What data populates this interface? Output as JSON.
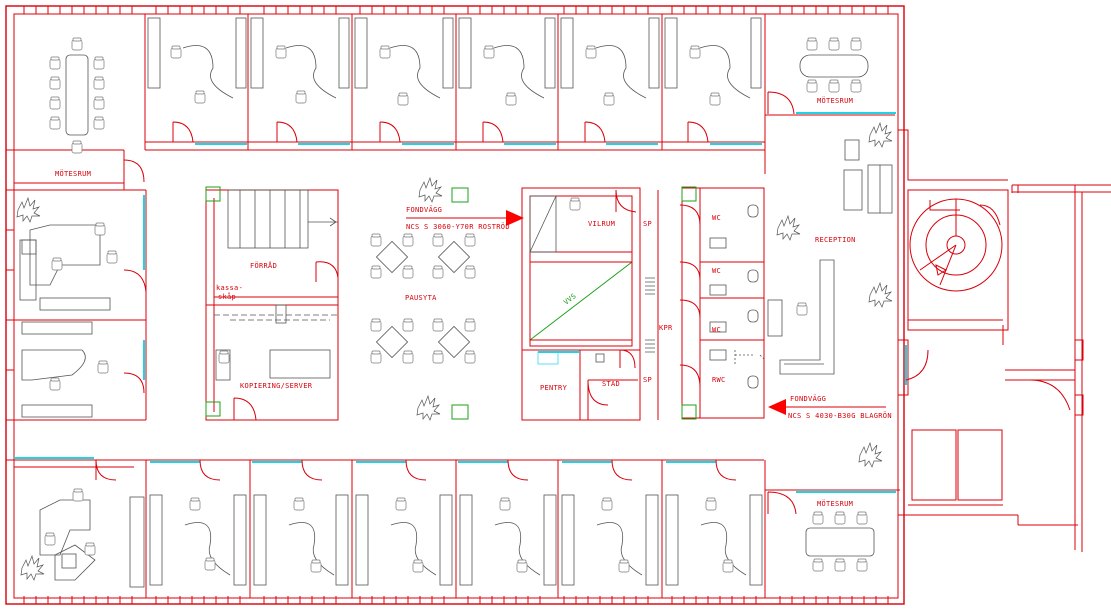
{
  "rooms": {
    "motesrum_nw": "MÖTESRUM",
    "motesrum_ne": "MÖTESRUM",
    "motesrum_se": "MÖTESRUM",
    "forrad": "FÖRRÅD",
    "kassaskap": "kassa-\nskåp",
    "kopiering": "KOPIERING/SERVER",
    "pausyta": "PAUSYTA",
    "vilrum": "VILRUM",
    "pentry": "PENTRY",
    "stad": "STÄD",
    "kpr": "KPR",
    "sp_top": "SP",
    "sp_bottom": "SP",
    "wc1": "WC",
    "wc2": "WC",
    "wc3": "WC",
    "rwc": "RWC",
    "reception": "RECEPTION",
    "vvs": "VVS"
  },
  "annotations": {
    "fondvagg_1_title": "FONDVÄGG",
    "fondvagg_1_color": "NCS S 3060-Y70R ROSTRÖD",
    "fondvagg_2_title": "FONDVÄGG",
    "fondvagg_2_color": "NCS S 4030-B30G BLAGRÖN"
  },
  "colors": {
    "wall": "#d8000a",
    "glass": "#19d5e8",
    "shaft": "#1aa21a",
    "arrow": "#ff0000"
  }
}
